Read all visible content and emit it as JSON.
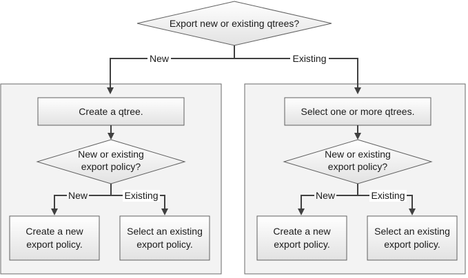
{
  "top_question": "Export new or existing qtrees?",
  "top_branch_new": "New",
  "top_branch_existing": "Existing",
  "left": {
    "step": "Create a qtree.",
    "question_line1": "New or existing",
    "question_line2": "export policy?",
    "branch_new": "New",
    "branch_existing": "Existing",
    "new_line1": "Create a new",
    "new_line2": "export policy.",
    "existing_line1": "Select an existing",
    "existing_line2": "export policy."
  },
  "right": {
    "step": "Select one or more qtrees.",
    "question_line1": "New or existing",
    "question_line2": "export policy?",
    "branch_new": "New",
    "branch_existing": "Existing",
    "new_line1": "Create a new",
    "new_line2": "export policy.",
    "existing_line1": "Select an existing",
    "existing_line2": "export policy."
  },
  "colors": {
    "box_fill_top": "#ffffff",
    "box_fill_bottom": "#e2e2e2",
    "panel_fill": "#f3f3f3",
    "line": "#404040"
  }
}
